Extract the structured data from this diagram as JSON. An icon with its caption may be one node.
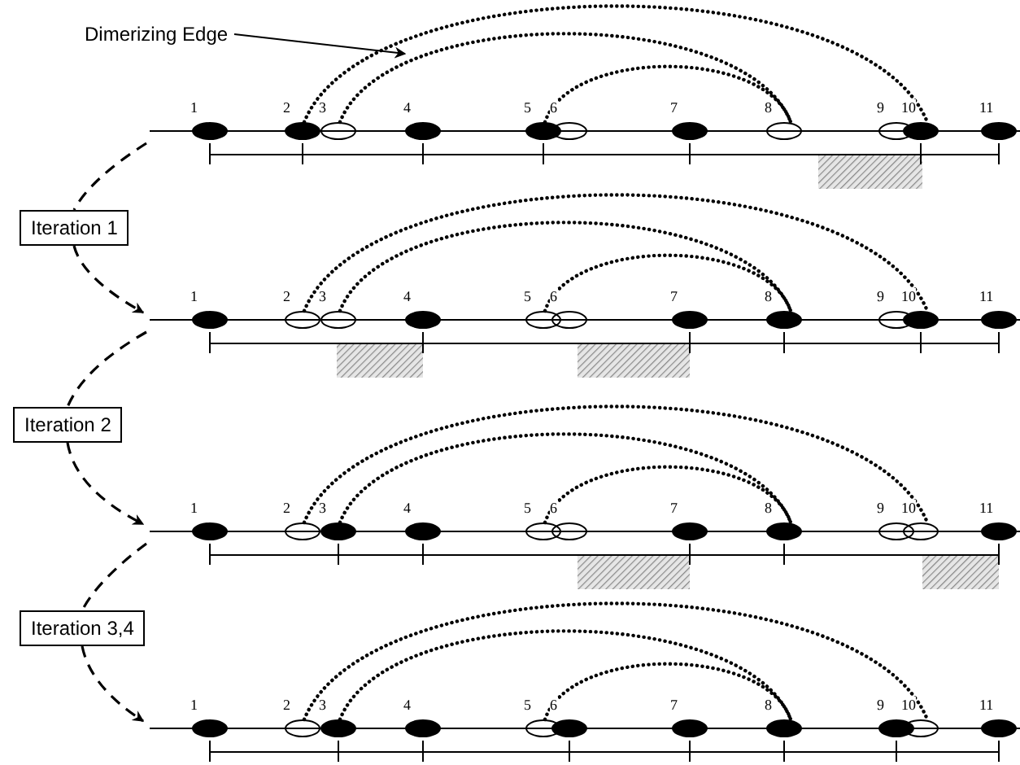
{
  "diagram": {
    "nodes": [
      {
        "text": [
          "Dimerizing Edge"
        ]
      },
      {
        "text": [],
        "shape": "bar"
      },
      {
        "text": [
          "1"
        ]
      },
      {
        "text": [
          "2"
        ]
      },
      {
        "text": [
          "3"
        ]
      },
      {
        "text": [
          "4"
        ]
      },
      {
        "text": [
          "5"
        ]
      },
      {
        "text": [
          "6"
        ]
      },
      {
        "text": [
          "7"
        ]
      },
      {
        "text": [
          "8"
        ]
      },
      {
        "text": [
          "9"
        ]
      },
      {
        "text": [
          "10"
        ]
      },
      {
        "text": [
          "11"
        ]
      },
      {
        "text": [
          "Iteration 1"
        ]
      },
      {
        "text": [],
        "shape": "bar"
      },
      {
        "text": [
          "1"
        ]
      },
      {
        "text": [
          "2"
        ]
      },
      {
        "text": [
          "3"
        ]
      },
      {
        "text": [
          "4"
        ]
      },
      {
        "text": [
          "5"
        ]
      },
      {
        "text": [
          "6"
        ]
      },
      {
        "text": [
          "7"
        ]
      },
      {
        "text": [
          "8"
        ]
      },
      {
        "text": [
          "9"
        ]
      },
      {
        "text": [
          "10"
        ]
      },
      {
        "text": [
          "11"
        ]
      },
      {
        "text": [
          "Iteration 2"
        ]
      },
      {
        "text": [],
        "shape": "bar"
      },
      {
        "text": [
          "1"
        ]
      },
      {
        "text": [
          "2"
        ]
      },
      {
        "text": [
          "3"
        ]
      },
      {
        "text": [
          "4"
        ]
      },
      {
        "text": [
          "5"
        ]
      },
      {
        "text": [
          "6"
        ]
      },
      {
        "text": [
          "7"
        ]
      },
      {
        "text": [
          "8"
        ]
      },
      {
        "text": [
          "9"
        ]
      },
      {
        "text": [
          "10"
        ]
      },
      {
        "text": [
          "11"
        ]
      },
      {
        "text": [
          "Iteration 3,4"
        ]
      },
      {
        "text": [],
        "shape": "bar"
      },
      {
        "text": [
          "1"
        ]
      },
      {
        "text": [
          "2"
        ]
      },
      {
        "text": [
          "3"
        ]
      },
      {
        "text": [
          "4"
        ]
      },
      {
        "text": [
          "5"
        ]
      },
      {
        "text": [
          "6"
        ]
      },
      {
        "text": [
          "7"
        ]
      },
      {
        "text": [
          "8"
        ]
      },
      {
        "text": [
          "9"
        ]
      },
      {
        "text": [
          "10"
        ]
      },
      {
        "text": [
          "11"
        ]
      }
    ],
    "edges": [
      {
        "from": 0,
        "to": null,
        "arrow": "to"
      },
      {
        "from": 3,
        "to": 11,
        "arrow": "none",
        "style": "dashed"
      },
      {
        "from": 4,
        "to": 9,
        "arrow": "none",
        "style": "dashed"
      },
      {
        "from": 6,
        "to": 9,
        "arrow": "none",
        "style": "dashed"
      },
      {
        "from": 1,
        "to": 13,
        "arrow": "none",
        "style": "dashed"
      },
      {
        "from": 13,
        "to": 14,
        "arrow": "to",
        "style": "dashed"
      },
      {
        "from": 16,
        "to": 24,
        "arrow": "none",
        "style": "dashed"
      },
      {
        "from": 17,
        "to": 22,
        "arrow": "none",
        "style": "dashed"
      },
      {
        "from": 19,
        "to": 22,
        "arrow": "none",
        "style": "dashed"
      },
      {
        "from": 14,
        "to": 26,
        "arrow": "none",
        "style": "dashed"
      },
      {
        "from": 26,
        "to": 27,
        "arrow": "to",
        "style": "dashed"
      },
      {
        "from": 29,
        "to": 37,
        "arrow": "none",
        "style": "dashed"
      },
      {
        "from": 30,
        "to": 35,
        "arrow": "none",
        "style": "dashed"
      },
      {
        "from": 32,
        "to": 35,
        "arrow": "none",
        "style": "dashed"
      },
      {
        "from": 27,
        "to": 39,
        "arrow": "none",
        "style": "dashed"
      },
      {
        "from": 39,
        "to": 40,
        "arrow": "to",
        "style": "dashed"
      },
      {
        "from": 42,
        "to": 50,
        "arrow": "none",
        "style": "dashed"
      },
      {
        "from": 43,
        "to": 48,
        "arrow": "none",
        "style": "dashed"
      },
      {
        "from": 45,
        "to": 48,
        "arrow": "none",
        "style": "dashed"
      }
    ]
  }
}
